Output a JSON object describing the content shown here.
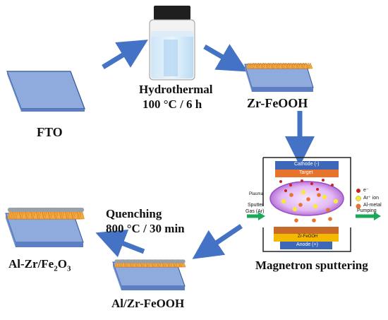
{
  "steps": {
    "fto": "FTO",
    "hydrothermal_line1": "Hydrothermal",
    "hydrothermal_line2": "100 °C / 6 h",
    "zr_feooh": "Zr-FeOOH",
    "magnetron": "Magnetron sputtering",
    "al_zr_feooh": "Al/Zr-FeOOH",
    "quenching_line1": "Quenching",
    "quenching_line2": "800 °C / 30 min",
    "al_zr_fe2o3_main": "Al-Zr/Fe",
    "al_zr_fe2o3_sub": "2",
    "al_zr_fe2o3_tail": "O",
    "al_zr_fe2o3_sub2": "3"
  },
  "chamber": {
    "cathode": "Cathode (-)",
    "target": "Target",
    "plasma": "Plasma",
    "sputter_gas_line1": "Sputter",
    "sputter_gas_line2": "Gas (Ar)",
    "substrate": "Zr-FeOOH",
    "anode": "Anode (+)",
    "pumping": "Pumping",
    "legend_electron": "e⁻",
    "legend_ar": "Ar⁺ ion",
    "legend_al": "Al-metal"
  },
  "colors": {
    "arrow_blue": "#4472c4",
    "substrate_blue": "#8faadc",
    "rod_orange": "#f4a940",
    "green_arrow": "#1aa85a",
    "plasma_purple": "#c67fe0"
  }
}
